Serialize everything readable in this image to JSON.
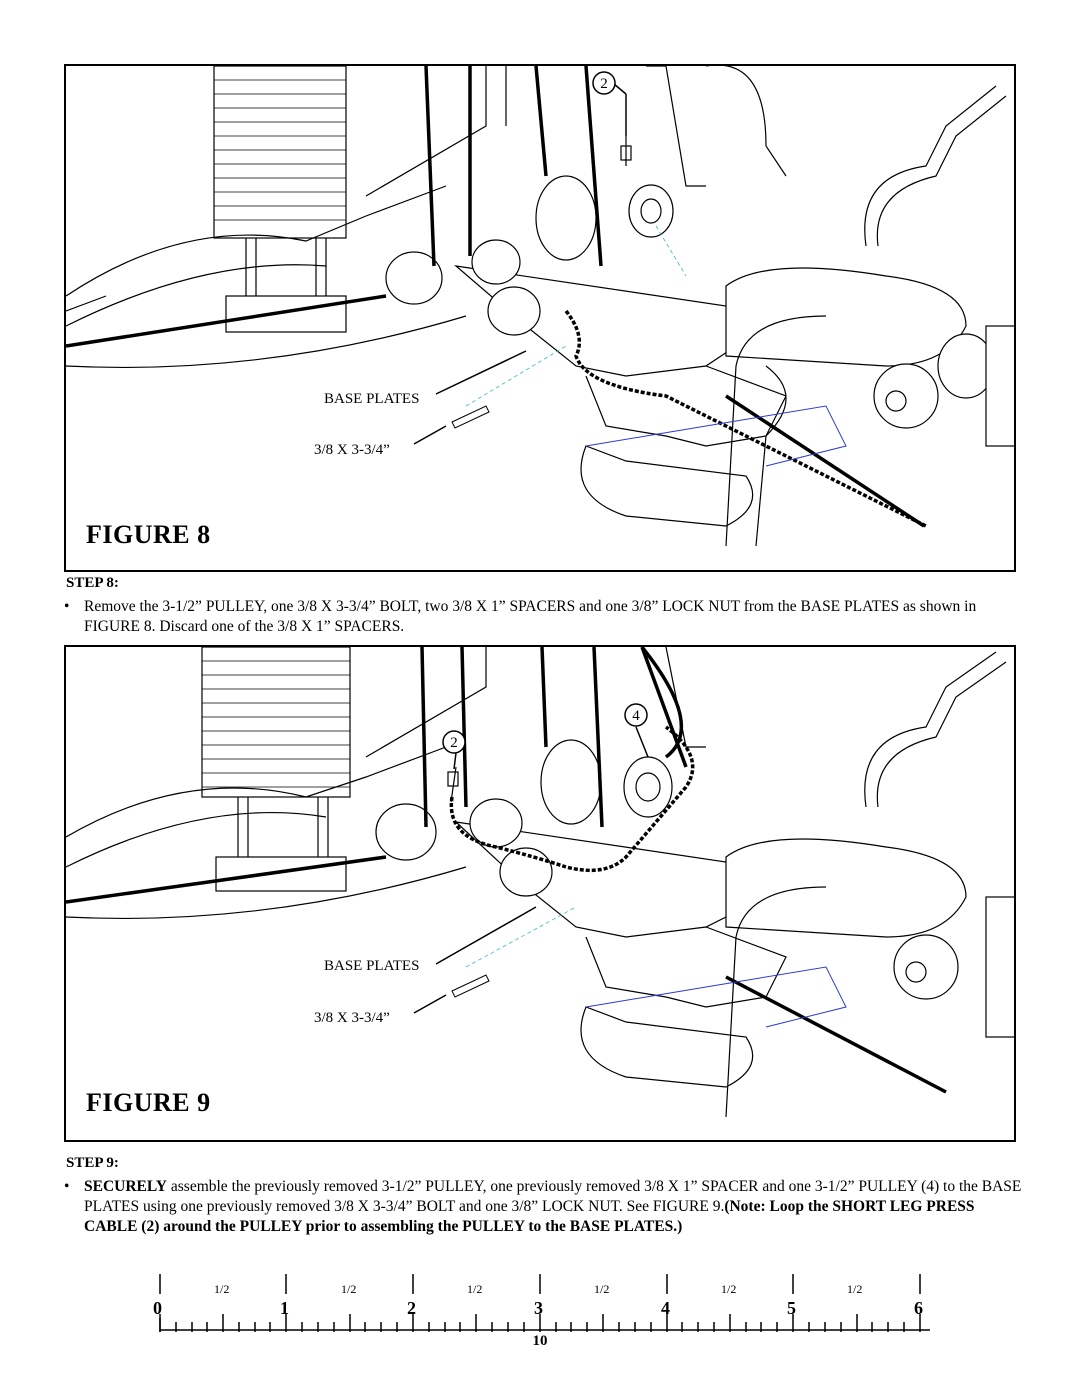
{
  "figure8": {
    "caption": "FIGURE 8",
    "callout_2": "2",
    "base_plates_label": "BASE PLATES",
    "bolt_label": "3/8  X  3-3/4”"
  },
  "step8": {
    "heading": "STEP 8:",
    "bullet": "•",
    "text": "Remove the 3-1/2” PULLEY, one 3/8 X 3-3/4” BOLT, two 3/8 X 1” SPACERS and one 3/8” LOCK NUT from the BASE PLATES as shown in FIGURE 8. Discard one of the 3/8 X 1” SPACERS."
  },
  "figure9": {
    "caption": "FIGURE 9",
    "callout_4": "4",
    "callout_2": "2",
    "base_plates_label": "BASE PLATES",
    "bolt_label": "3/8  X  3-3/4”"
  },
  "step9": {
    "heading": "STEP 9:",
    "bullet": "•",
    "emphasis_start": "SECURELY",
    "text_main": " assemble the previously removed 3-1/2” PULLEY, one previously removed 3/8 X 1” SPACER and one 3-1/2” PULLEY (4) to the BASE PLATES using one previously removed 3/8 X 3-3/4”  BOLT and one 3/8” LOCK NUT. See FIGURE 9.",
    "note_bold": "(Note: Loop the SHORT LEG PRESS CABLE (2) around the PULLEY prior to assembling the PULLEY to the BASE PLATES.)"
  },
  "ruler": {
    "numbers": [
      "0",
      "1",
      "2",
      "3",
      "4",
      "5",
      "6"
    ],
    "half_label": "1/2"
  },
  "page_number": "10"
}
